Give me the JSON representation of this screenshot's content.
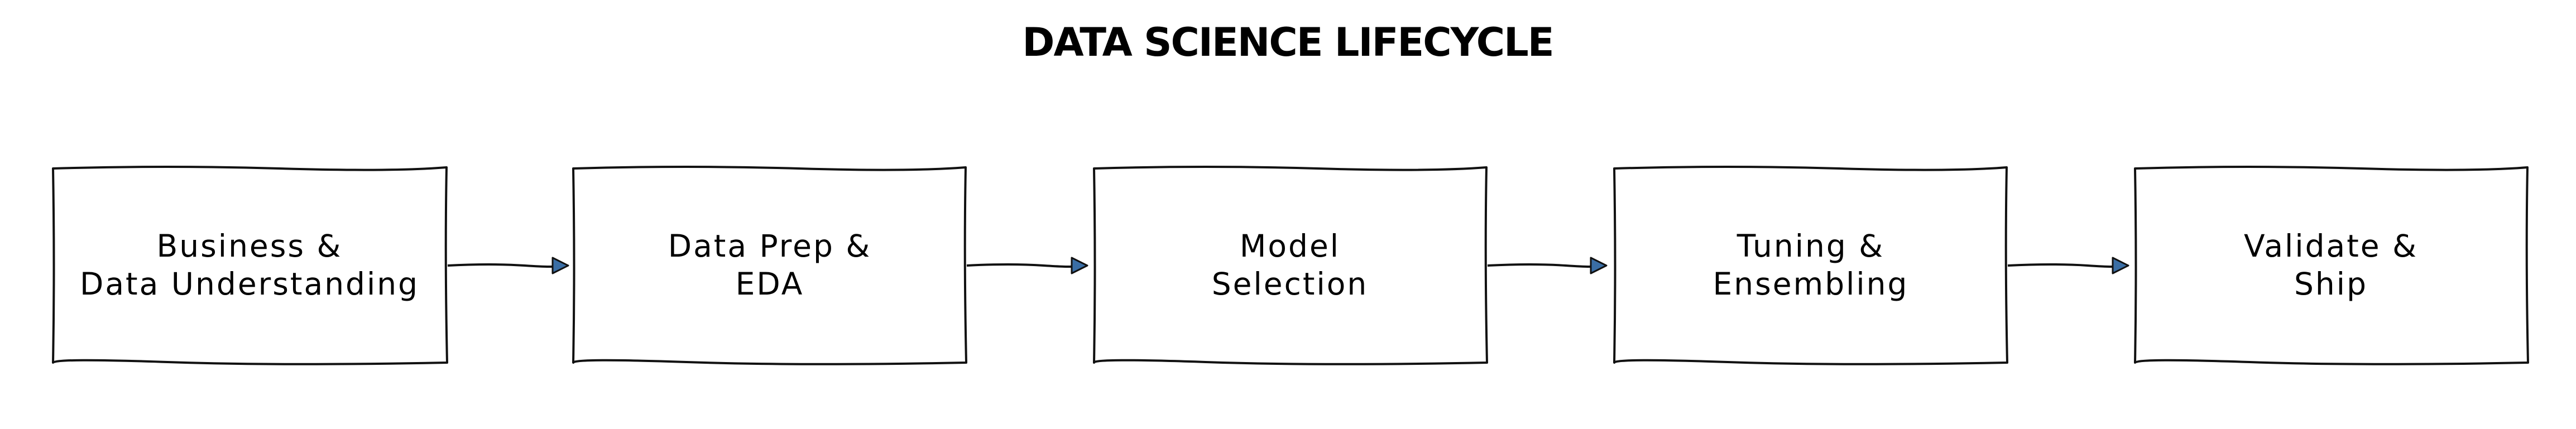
{
  "diagram": {
    "title": "DATA SCIENCE LIFECYCLE",
    "accent_color": "#3a6ea5",
    "stroke_color": "#111111",
    "steps": [
      {
        "line1": "Business &",
        "line2": "Data Understanding"
      },
      {
        "line1": "Data Prep &",
        "line2": "EDA"
      },
      {
        "line1": "Model",
        "line2": "Selection"
      },
      {
        "line1": "Tuning &",
        "line2": "Ensembling"
      },
      {
        "line1": "Validate &",
        "line2": "Ship"
      }
    ]
  }
}
